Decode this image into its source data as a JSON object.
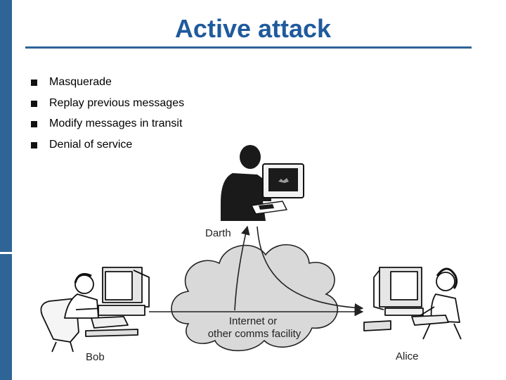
{
  "slide": {
    "title": "Active attack",
    "bullets": [
      "Masquerade",
      "Replay previous messages",
      "Modify messages in transit",
      "Denial of service"
    ]
  },
  "diagram": {
    "labels": {
      "darth": "Darth",
      "bob": "Bob",
      "alice": "Alice",
      "network_line1": "Internet or",
      "network_line2": "other comms facility"
    },
    "icons": [
      "darth-figure-icon",
      "bob-figure-icon",
      "alice-figure-icon",
      "cloud-icon"
    ],
    "colors": {
      "accent": "#2f6497",
      "title": "#1f5a9c",
      "cloud": "#d9d9d9"
    }
  }
}
